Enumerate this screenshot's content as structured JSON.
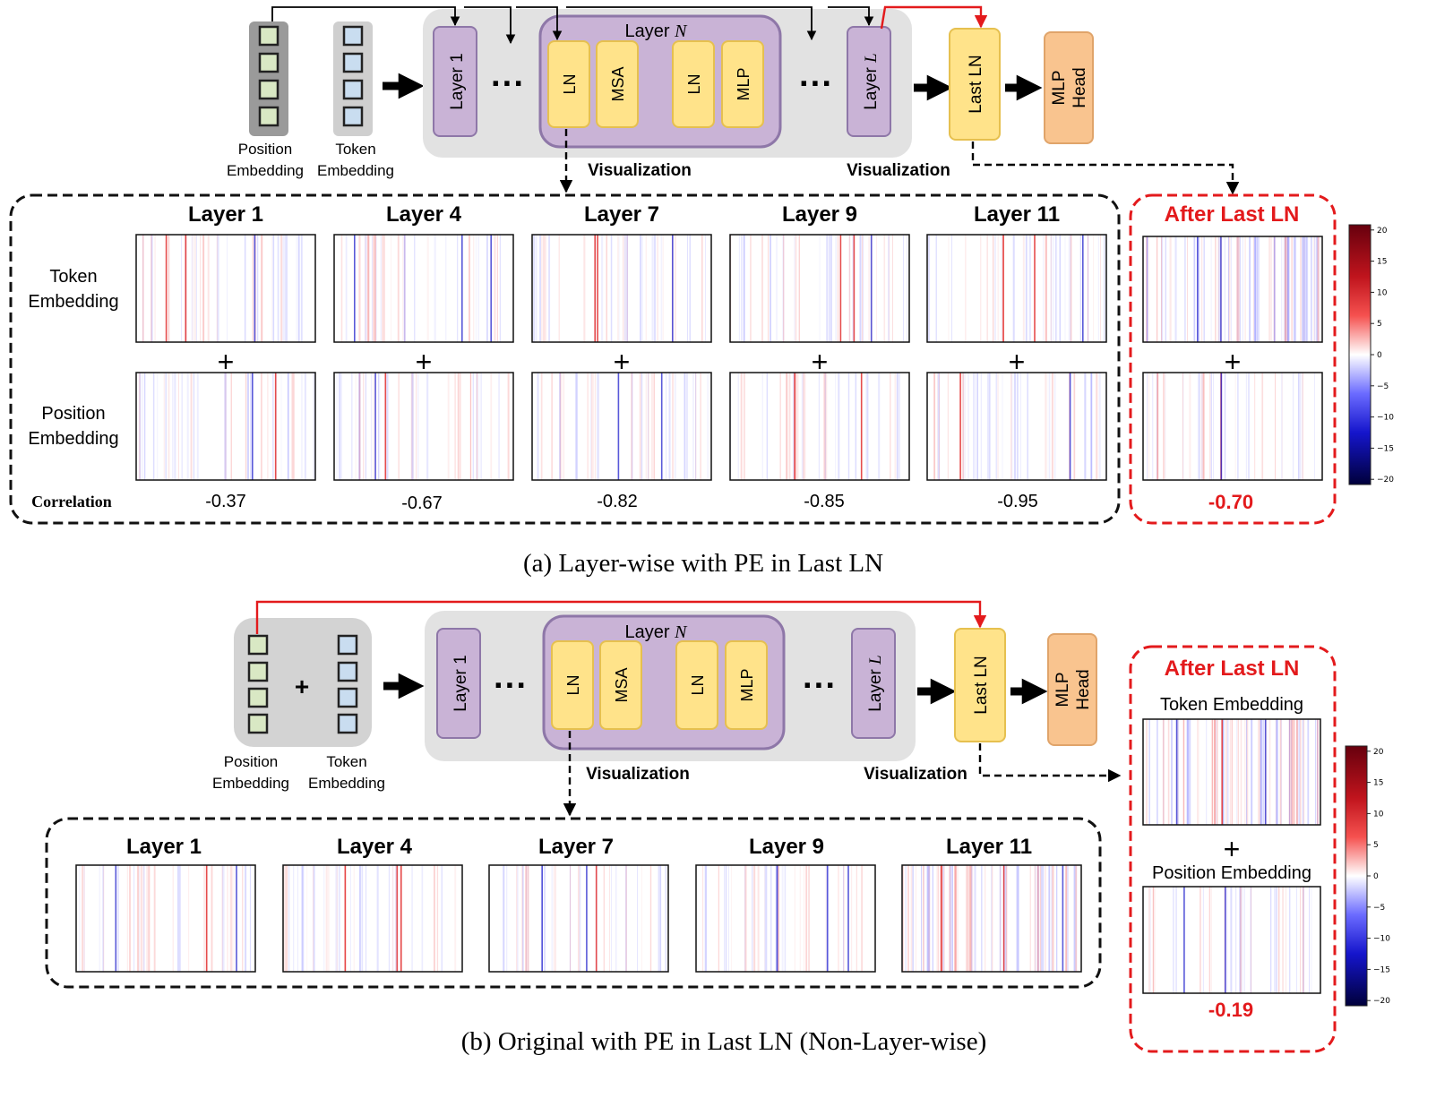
{
  "panel_a": {
    "inputs": {
      "position_line1": "Position",
      "position_line2": "Embedding",
      "token_line1": "Token",
      "token_line2": "Embedding"
    },
    "blocks": {
      "layer1": "Layer 1",
      "dots": "···",
      "layer_n": "Layer N",
      "ln": "LN",
      "msa": "MSA",
      "mlp": "MLP",
      "layer_l": "Layer L",
      "last_ln": "Last LN",
      "mlp_head_line1": "MLP",
      "mlp_head_line2": "Head"
    },
    "visualization_label": "Visualization",
    "row_label_token_line1": "Token",
    "row_label_token_line2": "Embedding",
    "row_label_position_line1": "Position",
    "row_label_position_line2": "Embedding",
    "plus": "+",
    "correlation_label": "Correlation",
    "columns": [
      {
        "title": "Layer 1",
        "correlation": "-0.37"
      },
      {
        "title": "Layer 4",
        "correlation": "-0.67"
      },
      {
        "title": "Layer 7",
        "correlation": "-0.82"
      },
      {
        "title": "Layer 9",
        "correlation": "-0.85"
      },
      {
        "title": "Layer 11",
        "correlation": "-0.95"
      }
    ],
    "after_title": "After Last LN",
    "after_correlation": "-0.70",
    "colorbar_ticks": [
      "20",
      "15",
      "10",
      "5",
      "0",
      "−5",
      "−10",
      "−15",
      "−20"
    ],
    "caption": "(a) Layer-wise with PE in Last LN"
  },
  "panel_b": {
    "inputs": {
      "position_line1": "Position",
      "position_line2": "Embedding",
      "token_line1": "Token",
      "token_line2": "Embedding",
      "plus": "+"
    },
    "blocks": {
      "layer1": "Layer 1",
      "dots": "···",
      "layer_n": "Layer N",
      "ln": "LN",
      "msa": "MSA",
      "mlp": "MLP",
      "layer_l": "Layer L",
      "last_ln": "Last LN",
      "mlp_head_line1": "MLP",
      "mlp_head_line2": "Head"
    },
    "visualization_label": "Visualization",
    "columns": [
      {
        "title": "Layer 1"
      },
      {
        "title": "Layer 4"
      },
      {
        "title": "Layer 7"
      },
      {
        "title": "Layer 9"
      },
      {
        "title": "Layer 11"
      }
    ],
    "after_title": "After Last LN",
    "after_token_label": "Token Embedding",
    "after_plus": "+",
    "after_position_label": "Position Embedding",
    "after_correlation": "-0.19",
    "colorbar_ticks": [
      "20",
      "15",
      "10",
      "5",
      "0",
      "−5",
      "−10",
      "−15",
      "−20"
    ],
    "caption": "(b) Original with PE in Last LN (Non-Layer-wise)"
  },
  "colors": {
    "accent_red": "#e31a1c",
    "layer_purple": "#c9b3d6",
    "ln_yellow": "#ffe38a",
    "head_orange": "#f9c48f",
    "pos_green": "#d9e8c4",
    "tok_blue": "#c9ddf0",
    "backbone_gray": "#e2e2e2"
  }
}
